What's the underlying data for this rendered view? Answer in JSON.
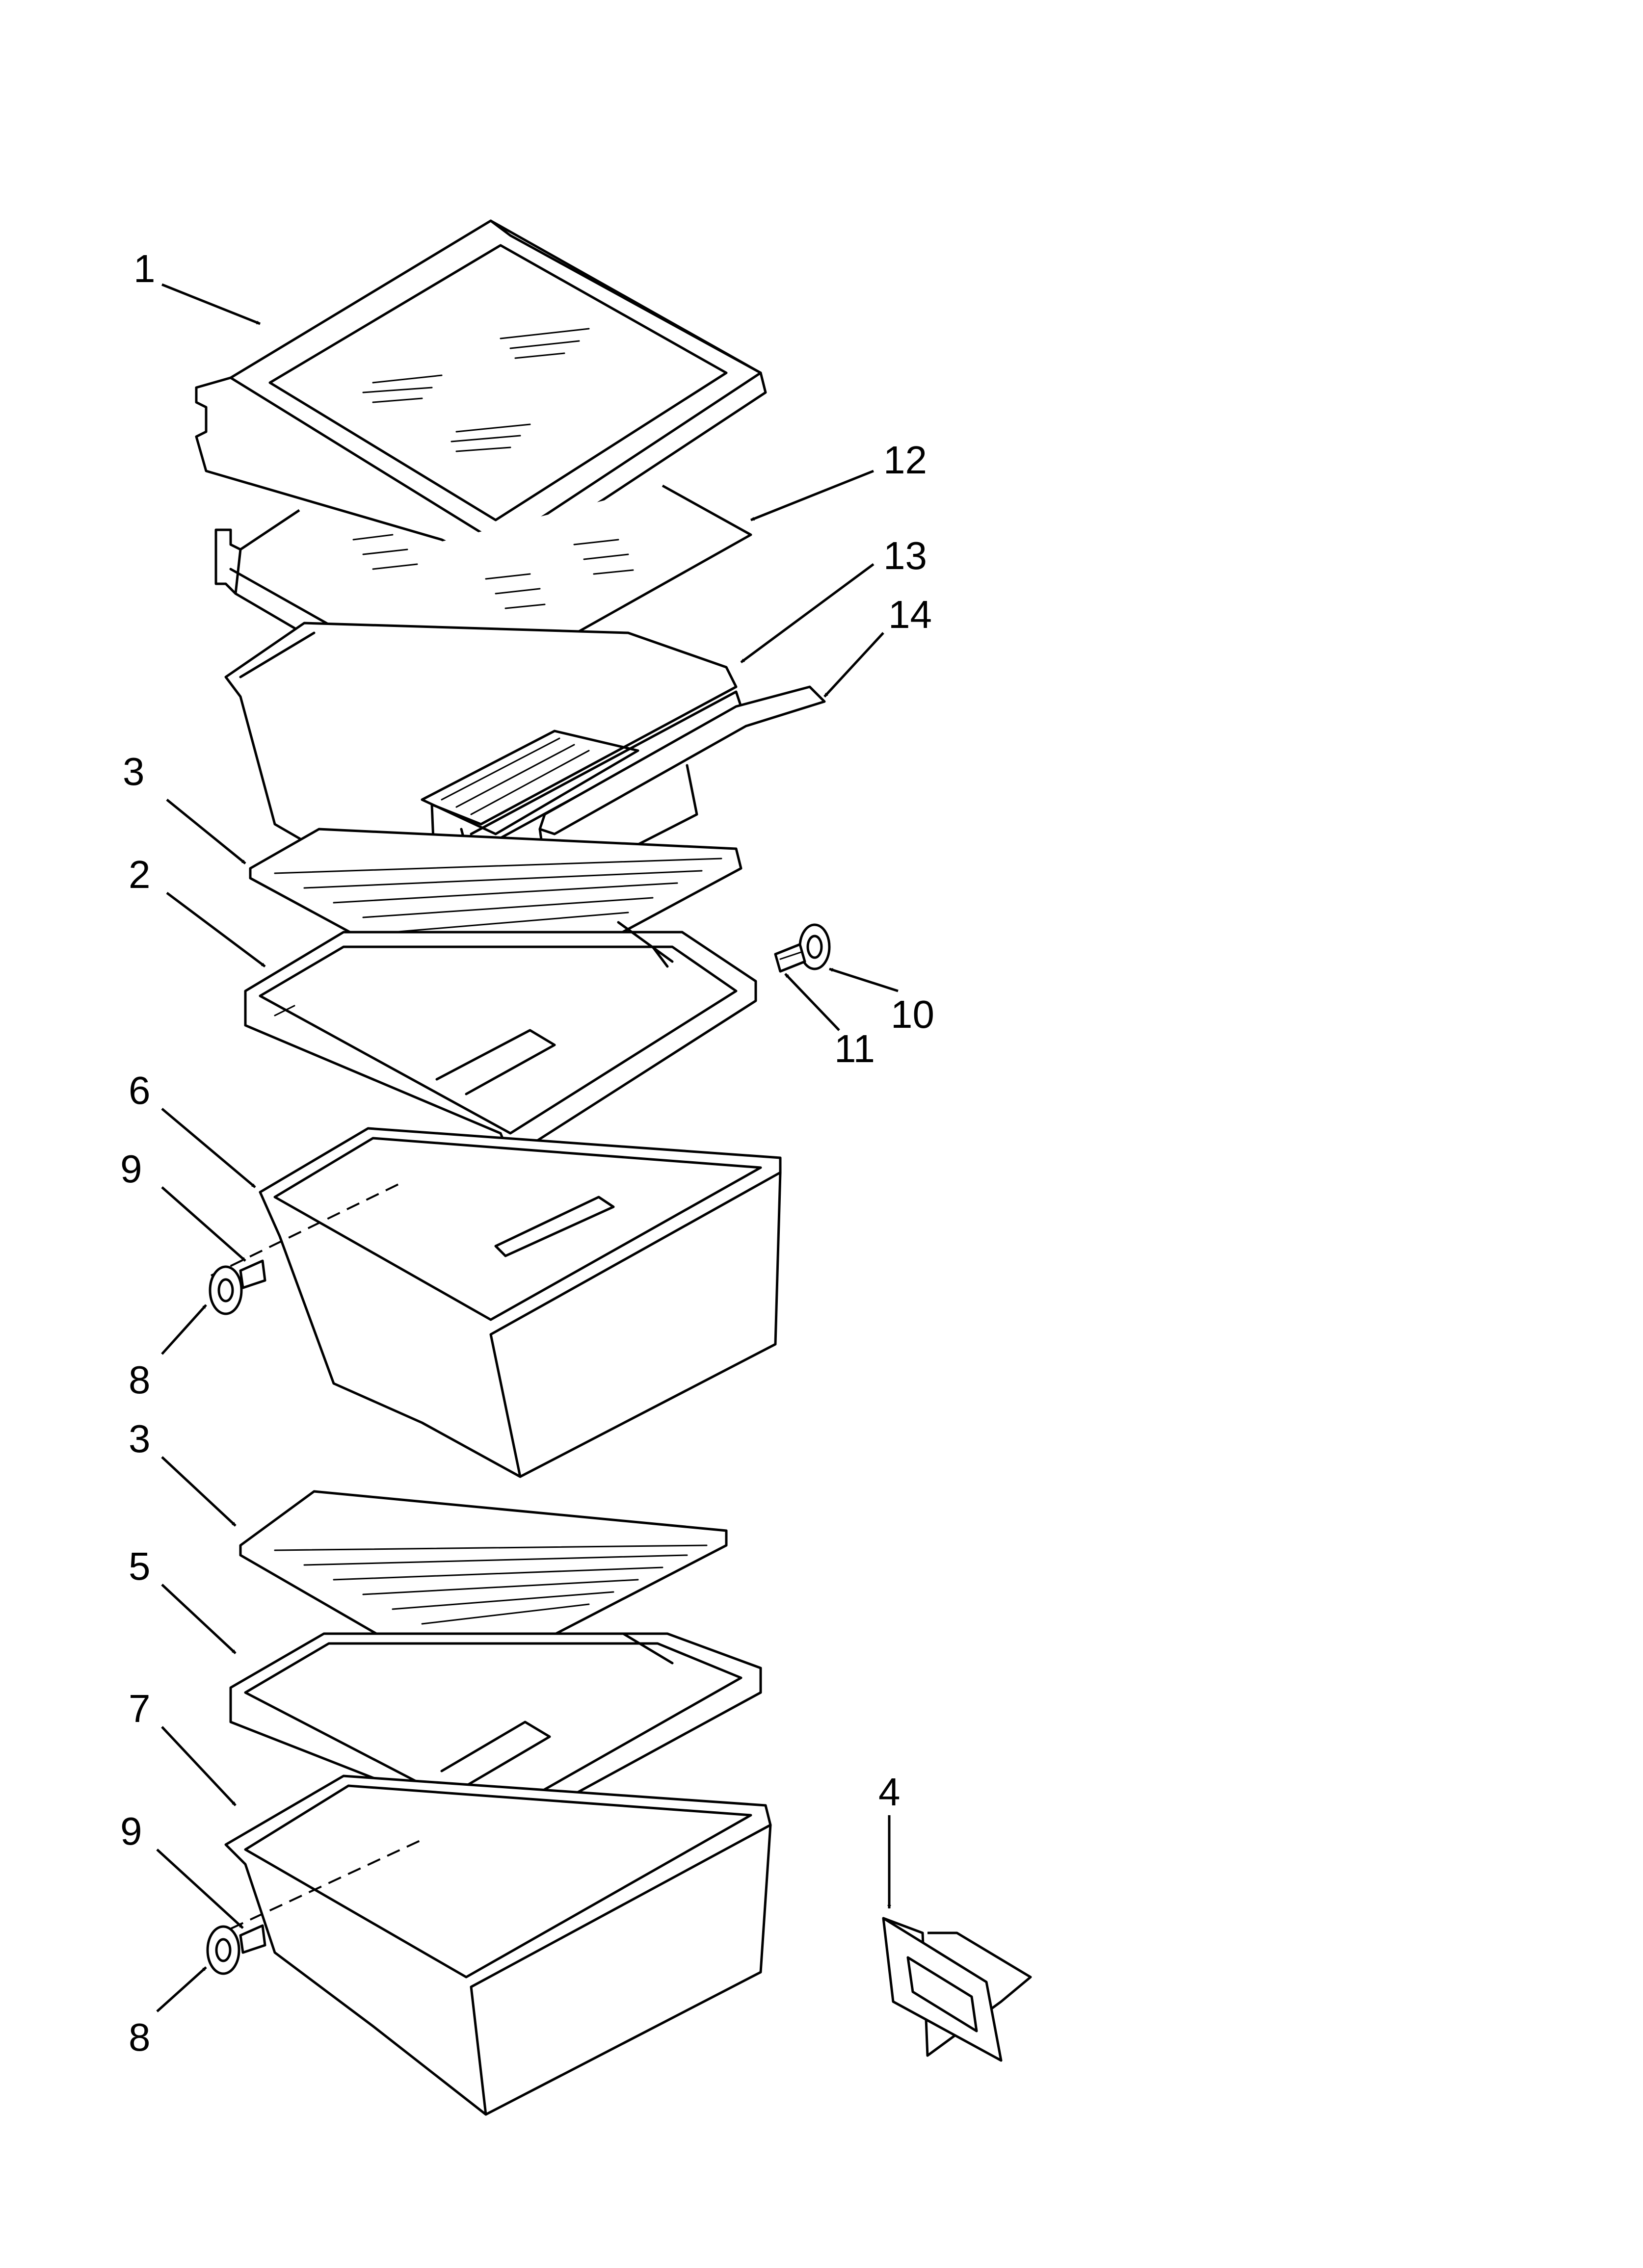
{
  "callouts": {
    "c1": "1",
    "c2": "2",
    "c3a": "3",
    "c3b": "3",
    "c4": "4",
    "c5": "5",
    "c6": "6",
    "c7": "7",
    "c8a": "8",
    "c8b": "8",
    "c9a": "9",
    "c9b": "9",
    "c10": "10",
    "c11": "11",
    "c12": "12",
    "c13": "13",
    "c14": "14"
  }
}
